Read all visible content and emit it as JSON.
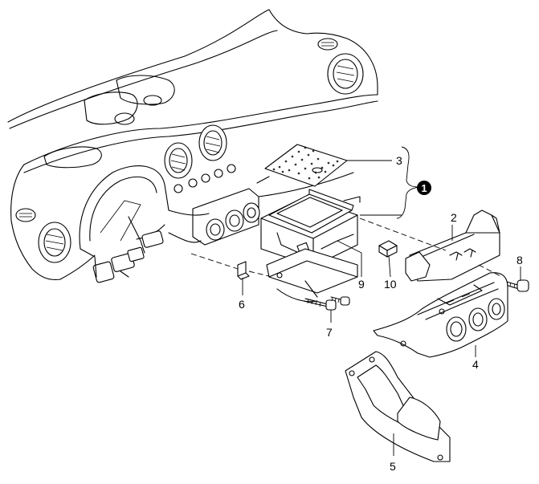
{
  "diagram": {
    "labels": {
      "group": "1",
      "p2": "2",
      "p3": "3",
      "p4": "4",
      "p5": "5",
      "p6": "6",
      "p7": "7",
      "p8": "8",
      "p9": "9",
      "p10": "10"
    },
    "colors": {
      "line": "#000000",
      "background": "#ffffff"
    }
  }
}
